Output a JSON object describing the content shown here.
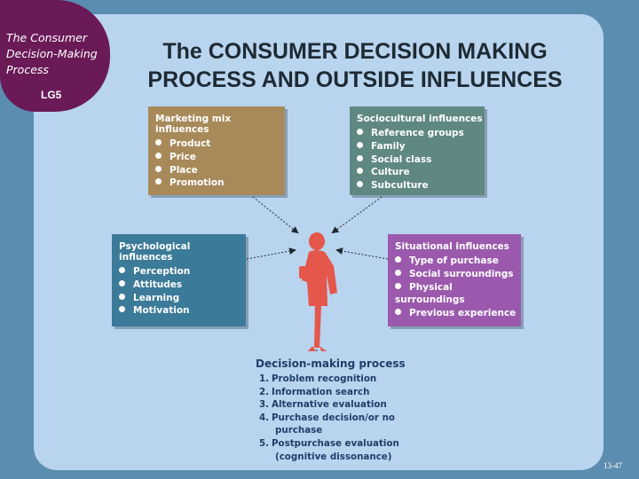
{
  "badge": {
    "title_lines": [
      "The Consumer",
      "Decision-Making",
      "Process"
    ],
    "code": "LG5"
  },
  "title": {
    "line1": "The CONSUMER DECISION MAKING",
    "line2": "PROCESS AND OUTSIDE INFLUENCES"
  },
  "boxes": {
    "marketing": {
      "heading": "Marketing mix influences",
      "items": [
        "Product",
        "Price",
        "Place",
        "Promotion"
      ],
      "color": "#a88a5a"
    },
    "sociocultural": {
      "heading": "Sociocultural influences",
      "items": [
        "Reference groups",
        "Family",
        "Social class",
        "Culture",
        "Subculture"
      ],
      "color": "#5f8882"
    },
    "psychological": {
      "heading": "Psychological influences",
      "items": [
        "Perception",
        "Attitudes",
        "Learning",
        "Motivation"
      ],
      "color": "#3b7a98"
    },
    "situational": {
      "heading": "Situational influences",
      "items": [
        "Type of purchase",
        "Social surroundings",
        "Physical surroundings",
        "Previous experience"
      ],
      "color": "#9b59ad"
    }
  },
  "process": {
    "heading": "Decision-making process",
    "steps": [
      {
        "num": "1.",
        "text": "Problem recognition",
        "cont": ""
      },
      {
        "num": "2.",
        "text": "Information search",
        "cont": ""
      },
      {
        "num": "3.",
        "text": "Alternative evaluation",
        "cont": ""
      },
      {
        "num": "4.",
        "text": "Purchase decision/or no",
        "cont": "purchase"
      },
      {
        "num": "5.",
        "text": "Postpurchase evaluation",
        "cont": "(cognitive dissonance)"
      }
    ]
  },
  "page_number": "13-47",
  "colors": {
    "background": "#5b8db0",
    "panel": "#b8d4ee",
    "badge": "#6a1a57",
    "figure": "#e4574a"
  }
}
